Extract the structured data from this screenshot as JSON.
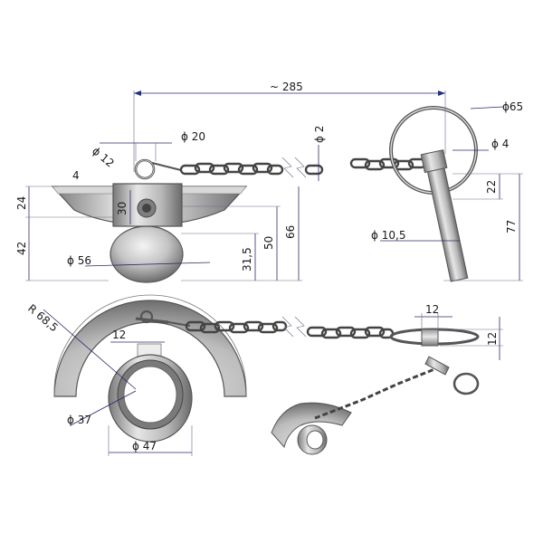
{
  "dimensions": {
    "length_285": "~ 285",
    "ring_dia_65": "ϕ65",
    "wire_dia_4": "ϕ 4",
    "pin_dia_20": "ϕ 20",
    "chain_wire_2": "ϕ 2",
    "collar_dia_12": "ϕ 12",
    "thickness_4": "4",
    "height_24": "24",
    "height_42": "42",
    "height_30": "30",
    "ball_dia_56": "ϕ 56",
    "height_31_5": "31,5",
    "height_50": "50",
    "height_66": "66",
    "height_22": "22",
    "height_77": "77",
    "pin_dia_10_5": "ϕ 10,5",
    "radius_68_5": "R 68,5",
    "slot_12": "12",
    "clip_width_12": "12",
    "clip_height_12": "12",
    "inner_dia_37": "ϕ 37",
    "outer_dia_47": "ϕ 47"
  },
  "colors": {
    "dimension_line": "#2a2a6a",
    "arrow": "#1f2f8a",
    "metal_light": "#e4e4e4",
    "metal_dark": "#6e6e6e"
  }
}
